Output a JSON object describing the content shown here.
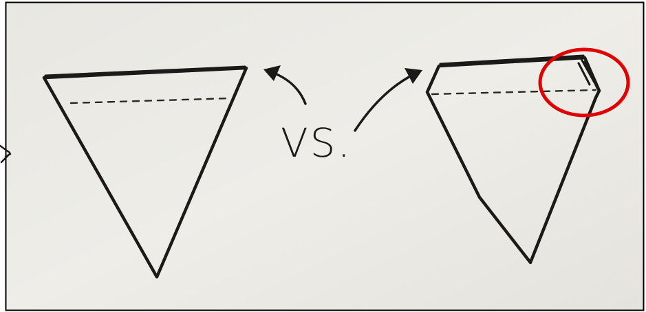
{
  "comparison_label": "VS.",
  "colors": {
    "paper": "#ecebe6",
    "ink": "#1c1a18",
    "highlight": "#e00000",
    "frame": "#000000"
  },
  "shapes": [
    {
      "name": "symmetric-triangle",
      "description_icon": "inverted-triangle-icon"
    },
    {
      "name": "skewed-pentagon",
      "description_icon": "folded-corner-shape-icon"
    }
  ],
  "highlight": {
    "shape": "circle",
    "target": "folded-corner"
  }
}
